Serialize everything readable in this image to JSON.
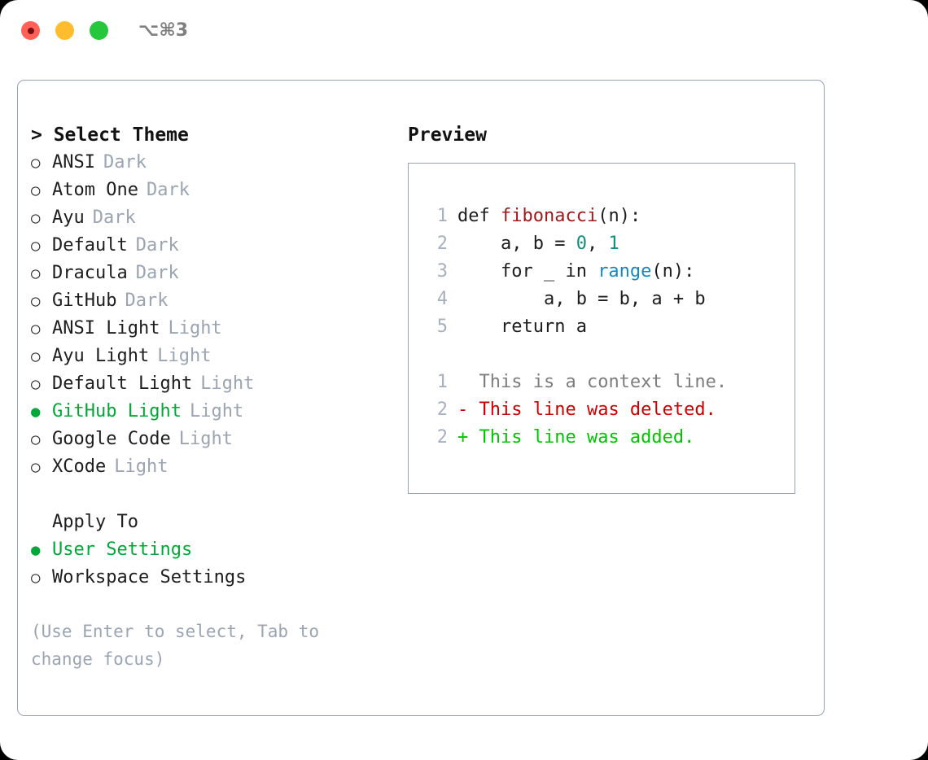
{
  "titlebar": {
    "shortcut": "⌥⌘3",
    "buttons": [
      {
        "name": "close",
        "color": "#ff6159"
      },
      {
        "name": "minimize",
        "color": "#ffbd2e"
      },
      {
        "name": "zoom",
        "color": "#25c73c"
      }
    ]
  },
  "accent": {
    "selected": "#00a838",
    "muted": "#9aa4b2",
    "hint": "#9aa5b4",
    "border": "#97a3b4"
  },
  "theme_panel": {
    "heading": "> Select Theme",
    "items": [
      {
        "bullet": "○",
        "label": "ANSI",
        "badge": "Dark",
        "selected": false
      },
      {
        "bullet": "○",
        "label": "Atom One",
        "badge": "Dark",
        "selected": false
      },
      {
        "bullet": "○",
        "label": "Ayu",
        "badge": "Dark",
        "selected": false
      },
      {
        "bullet": "○",
        "label": "Default",
        "badge": "Dark",
        "selected": false
      },
      {
        "bullet": "○",
        "label": "Dracula",
        "badge": "Dark",
        "selected": false
      },
      {
        "bullet": "○",
        "label": "GitHub",
        "badge": "Dark",
        "selected": false
      },
      {
        "bullet": "○",
        "label": "ANSI Light",
        "badge": "Light",
        "selected": false
      },
      {
        "bullet": "○",
        "label": "Ayu Light",
        "badge": "Light",
        "selected": false
      },
      {
        "bullet": "○",
        "label": "Default Light",
        "badge": "Light",
        "selected": false
      },
      {
        "bullet": "●",
        "label": "GitHub Light",
        "badge": "Light",
        "selected": true
      },
      {
        "bullet": "○",
        "label": "Google Code",
        "badge": "Light",
        "selected": false
      },
      {
        "bullet": "○",
        "label": "XCode",
        "badge": "Light",
        "selected": false
      }
    ]
  },
  "apply_to": {
    "heading": "Apply To",
    "items": [
      {
        "bullet": "●",
        "label": "User Settings",
        "selected": true
      },
      {
        "bullet": "○",
        "label": "Workspace Settings",
        "selected": false
      }
    ]
  },
  "hint": "(Use Enter to select, Tab to change focus)",
  "preview": {
    "heading": "Preview",
    "code_lines": [
      {
        "no": "1",
        "segments": [
          {
            "t": "def ",
            "k": "plain"
          },
          {
            "t": "fibonacci",
            "k": "fn"
          },
          {
            "t": "(n):",
            "k": "plain"
          }
        ]
      },
      {
        "no": "2",
        "segments": [
          {
            "t": "    a, b = ",
            "k": "plain"
          },
          {
            "t": "0",
            "k": "num"
          },
          {
            "t": ", ",
            "k": "plain"
          },
          {
            "t": "1",
            "k": "num"
          }
        ]
      },
      {
        "no": "3",
        "segments": [
          {
            "t": "    for _ in ",
            "k": "plain"
          },
          {
            "t": "range",
            "k": "call"
          },
          {
            "t": "(n):",
            "k": "plain"
          }
        ]
      },
      {
        "no": "4",
        "segments": [
          {
            "t": "        a, b = b, a + b",
            "k": "plain"
          }
        ]
      },
      {
        "no": "5",
        "segments": [
          {
            "t": "    return a",
            "k": "plain"
          }
        ]
      }
    ],
    "diff_lines": [
      {
        "no": "1",
        "marker": "  ",
        "text": "This is a context line.",
        "kind": "ctx"
      },
      {
        "no": "2",
        "marker": "- ",
        "text": "This line was deleted.",
        "kind": "del"
      },
      {
        "no": "2",
        "marker": "+ ",
        "text": "This line was added.",
        "kind": "add"
      }
    ]
  }
}
